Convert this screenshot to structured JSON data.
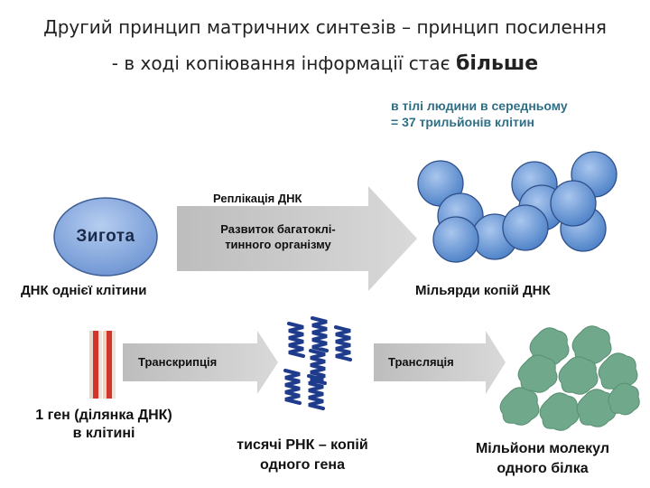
{
  "title": {
    "line1": "Другий принцип матричних синтезів – принцип посилення",
    "line2_prefix": "- в ході копіювання інформації стає ",
    "line2_emph": "більше"
  },
  "body_note": {
    "line1": "в тілі людини в середньому",
    "line2": "= 37 трильйонів клітин"
  },
  "top_row": {
    "zygote_label": "Зигота",
    "arrow_top_label": "Реплікація ДНК",
    "arrow_inner_line1": "Развиток багатоклі-",
    "arrow_inner_line2": "тинного організму",
    "left_caption": "ДНК однієї клітини",
    "right_caption": "Мільярди копій ДНК"
  },
  "bottom_row": {
    "transcription_label": "Транскрипція",
    "translation_label": "Трансляція",
    "gene_caption_line1": "1 ген (ділянка ДНК)",
    "gene_caption_line2": "в клітині",
    "rna_caption_line1": "тисячі РНК – копій",
    "rna_caption_line2": "одного гена",
    "protein_caption_line1": "Мільйони молекул",
    "protein_caption_line2": "одного білка"
  },
  "colors": {
    "cell_fill": "#5b8fd0",
    "zygote_fill": "#7a9fd6",
    "arrow_fill": "#c8c8c8",
    "rna_color": "#1f3c8c",
    "gene_red": "#d2352a",
    "protein_fill": "#6fa88a",
    "note_color": "#2f6f86"
  }
}
